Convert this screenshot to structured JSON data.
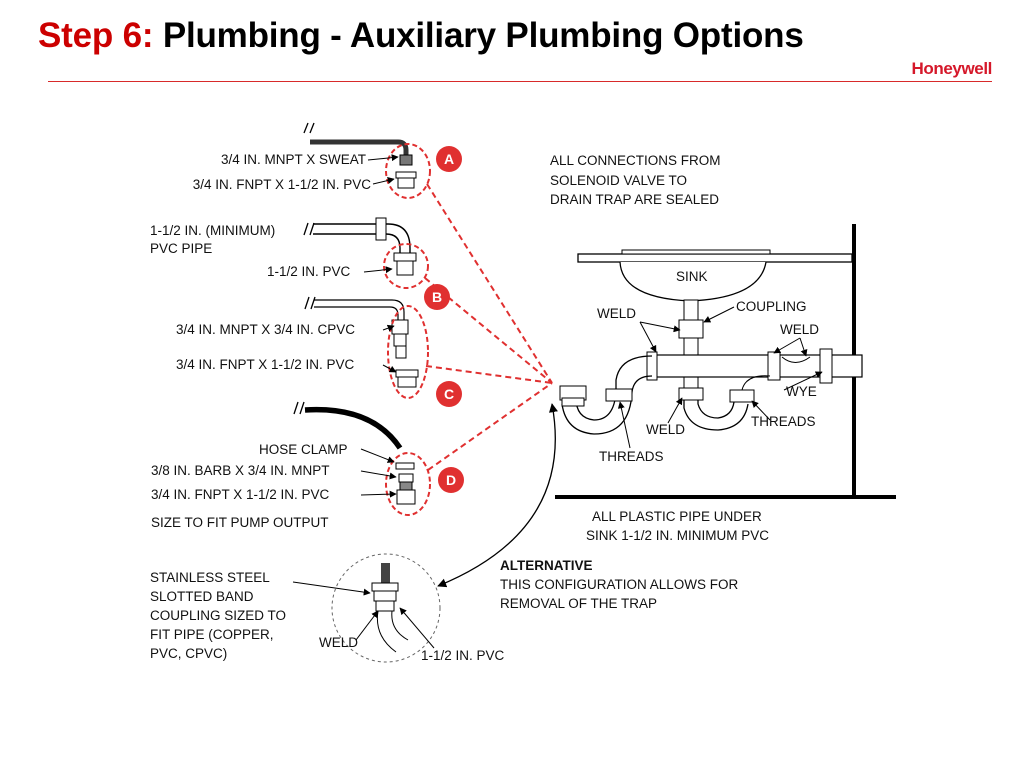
{
  "slide": {
    "step_label": "Step 6:",
    "title": "Plumbing - Auxiliary Plumbing Options",
    "brand": "Honeywell"
  },
  "colors": {
    "accent": "#cc0000",
    "badge": "#e03030",
    "rule": "#d82a2a",
    "line": "#000000"
  },
  "options": {
    "a": {
      "badge": "A",
      "fitting1": "3/4 IN. MNPT X SWEAT",
      "fitting2": "3/4 IN. FNPT X 1-1/2 IN. PVC"
    },
    "b": {
      "badge": "B",
      "pipe_line1": "1-1/2 IN. (MINIMUM)",
      "pipe_line2": "PVC PIPE",
      "fitting1": "1-1/2 IN. PVC"
    },
    "c": {
      "badge": "C",
      "fitting1": "3/4 IN. MNPT X 3/4 IN. CPVC",
      "fitting2": "3/4 IN. FNPT X 1-1/2 IN. PVC"
    },
    "d": {
      "badge": "D",
      "clamp": "HOSE CLAMP",
      "fitting1": "3/8 IN. BARB X 3/4 IN. MNPT",
      "fitting2": "3/4 IN. FNPT X 1-1/2 IN. PVC",
      "note": "SIZE TO FIT PUMP OUTPUT"
    }
  },
  "sink": {
    "note_line1": "ALL CONNECTIONS FROM",
    "note_line2": "SOLENOID VALVE TO",
    "note_line3": "DRAIN TRAP ARE SEALED",
    "sink_label": "SINK",
    "weld_left": "WELD",
    "coupling": "COUPLING",
    "weld_right": "WELD",
    "wye": "WYE",
    "threads_right": "THREADS",
    "weld_bottom": "WELD",
    "threads_left": "THREADS",
    "floor_note_line1": "ALL PLASTIC PIPE UNDER",
    "floor_note_line2": "SINK 1-1/2 IN. MINIMUM PVC"
  },
  "alternative": {
    "heading": "ALTERNATIVE",
    "text_line1": "THIS CONFIGURATION ALLOWS FOR",
    "text_line2": "REMOVAL OF THE TRAP",
    "band_line1": "STAINLESS STEEL",
    "band_line2": "SLOTTED BAND",
    "band_line3": "COUPLING SIZED TO",
    "band_line4": "FIT PIPE (COPPER,",
    "band_line5": "PVC, CPVC)",
    "weld": "WELD",
    "pvc": "1-1/2 IN. PVC"
  }
}
